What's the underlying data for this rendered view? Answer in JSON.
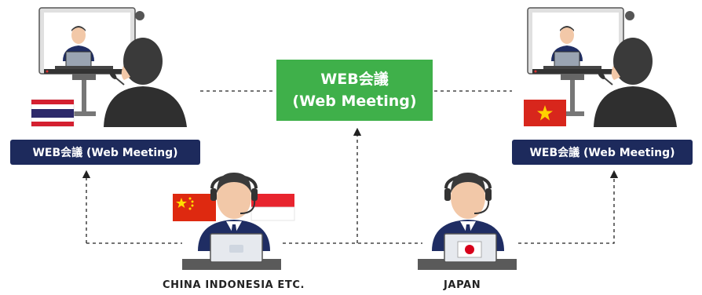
{
  "center_box": {
    "line1": "WEB会議",
    "line2": "(Web Meeting)"
  },
  "left_site": {
    "label": "WEB会議 (Web Meeting)",
    "flag": "thailand-flag"
  },
  "right_site": {
    "label": "WEB会議 (Web Meeting)",
    "flag": "vietnam-flag"
  },
  "participants": [
    {
      "caption": "CHINA INDONESIA ETC.",
      "flags": [
        "china-flag",
        "indonesia-flag"
      ]
    },
    {
      "caption": "JAPAN",
      "flags": [
        "japan-flag"
      ]
    }
  ],
  "colors": {
    "navy": "#1d2a5c",
    "green": "#3fb04a",
    "suit": "#1f2d63",
    "hair": "#3a3a3a",
    "skin": "#f2c8a8"
  }
}
